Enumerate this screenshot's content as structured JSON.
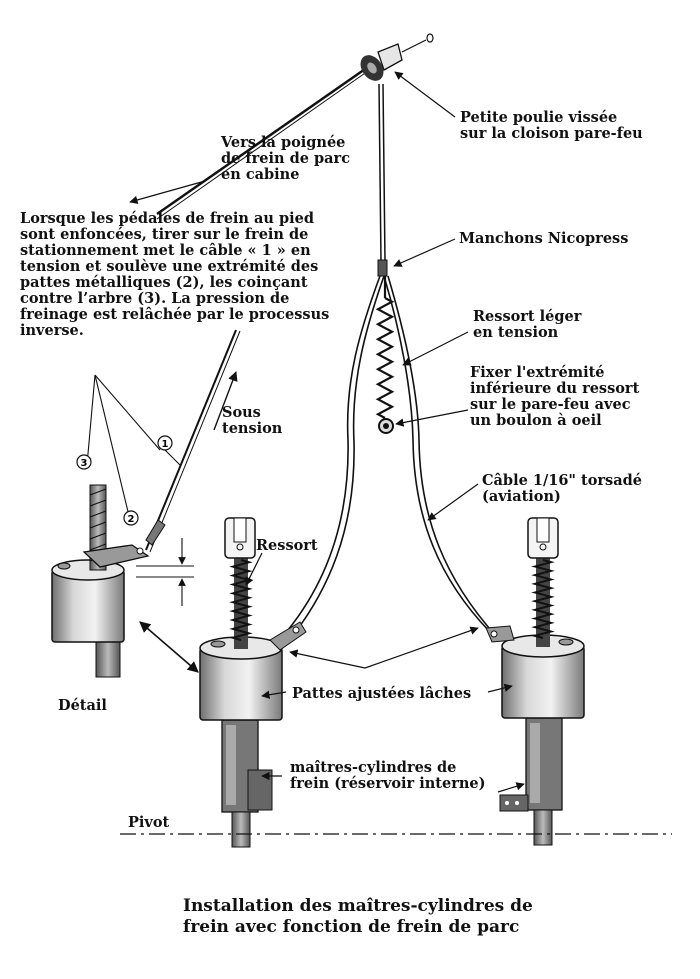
{
  "labels": {
    "handle": "Vers la poignée\nde frein de parc\nen cabine",
    "instructions": "Lorsque les pédales de frein au pied\nsont enfoncées, tirer sur le frein de\nstationnement met le câble « 1 » en\ntension et soulève une extrémité des\npattes métalliques (2), les coinçant\ncontre l’arbre (3). La pression de\nfreinage est relâchée par le processus\ninverse.",
    "pulley": "Petite poulie vissée\nsur la cloison pare-feu",
    "nicopress": "Manchons Nicopress",
    "spring_light": "Ressort léger\nen tension",
    "fix_spring": "Fixer l'extrémité\ninférieure du ressort\nsur le pare-feu avec\nun boulon à oeil",
    "under_tension": "Sous\ntension",
    "cable": "Câble 1/16\" torsadé\n(aviation)",
    "ressort": "Ressort",
    "detail": "Détail",
    "tabs": "Pattes ajustées lâches",
    "master_cyl": "maîtres-cylindres de\nfrein (réservoir interne)",
    "pivot": "Pivot",
    "num1": "1",
    "num2": "2",
    "num3": "3"
  },
  "caption": "Installation des maîtres-cylindres de\nfrein avec fonction de frein de parc"
}
